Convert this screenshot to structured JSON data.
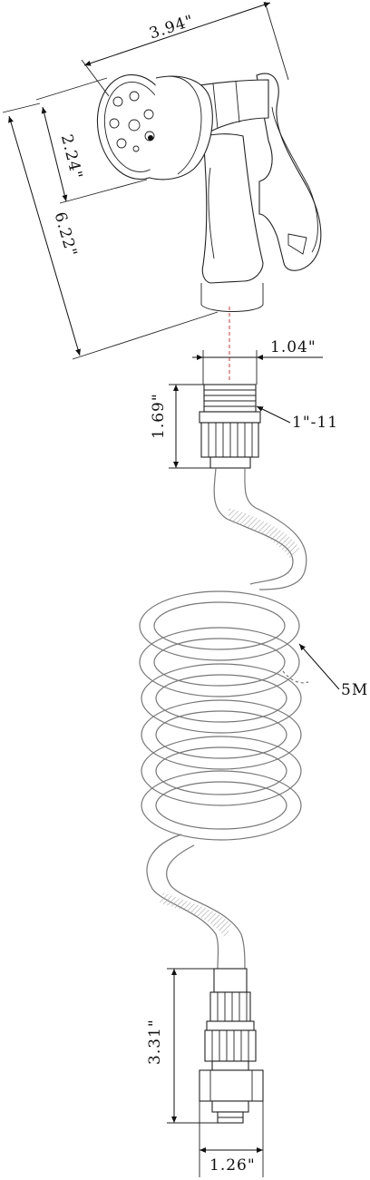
{
  "dimensions": {
    "nozzle_width": "3.94\"",
    "nozzle_head_height": "2.24\"",
    "nozzle_total_height": "6.22\"",
    "connector_width": "1.04\"",
    "connector_height": "1.69\"",
    "thread_spec": "1\"-11",
    "hose_length": "5M",
    "bottom_connector_height": "3.31\"",
    "bottom_connector_width": "1.26\""
  }
}
